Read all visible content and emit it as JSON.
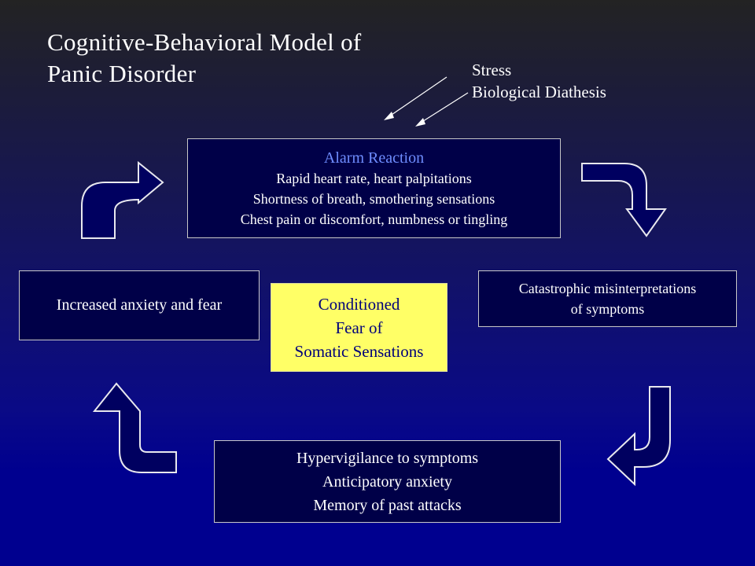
{
  "title": {
    "line1": "Cognitive-Behavioral Model of",
    "line2": "Panic Disorder"
  },
  "influences": [
    "Stress",
    "Biological Diathesis"
  ],
  "alarm_reaction": {
    "heading": "Alarm Reaction",
    "lines": [
      "Rapid heart rate, heart palpitations",
      "Shortness of breath, smothering sensations",
      "Chest pain or discomfort, numbness or tingling"
    ]
  },
  "catastrophic": {
    "lines": [
      "Catastrophic misinterpretations",
      "of symptoms"
    ]
  },
  "hypervigilance": {
    "lines": [
      "Hypervigilance to symptoms",
      "Anticipatory anxiety",
      "Memory of past attacks"
    ]
  },
  "anxiety": {
    "label": "Increased anxiety and fear"
  },
  "conditioned": {
    "lines": [
      "Conditioned",
      "Fear of",
      "Somatic Sensations"
    ]
  },
  "colors": {
    "alarm_heading": "#6f8dff",
    "box_fill": "#000048",
    "conditioned_fill": "#ffff66",
    "conditioned_text": "#00007a",
    "arrow_fill": "#000060"
  }
}
